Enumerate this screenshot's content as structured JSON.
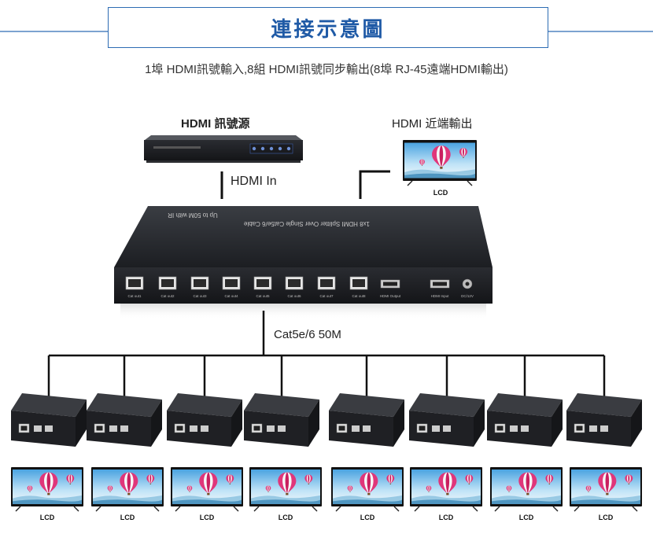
{
  "header": {
    "title": "連接示意圖",
    "subtitle": "1埠 HDMI訊號輸入,8組 HDMI訊號同步輸出(8埠 RJ-45遠端HDMI輸出)"
  },
  "diagram": {
    "source_label": "HDMI 訊號源",
    "local_output_label": "HDMI 近端輸出",
    "hdmi_in_label": "HDMI In",
    "cable_label": "Cat5e/6 50M",
    "lcd_label": "LCD",
    "splitter_top_text_1": "1x8 HDMI Splitter Over Single Cat5e/6 Cable",
    "splitter_top_text_2": "Up to 50M with IR",
    "port_labels": [
      "Cat out1",
      "Cat out2",
      "Cat out3",
      "Cat out4",
      "Cat out5",
      "Cat out6",
      "Cat out7",
      "Cat out8",
      "HDMI Output",
      "HDMI Input",
      "DC/12V"
    ]
  },
  "colors": {
    "title_blue": "#1f5aa6",
    "box_border": "#2d6cb3",
    "device_dark": "#2a2c31",
    "line": "#111111"
  }
}
